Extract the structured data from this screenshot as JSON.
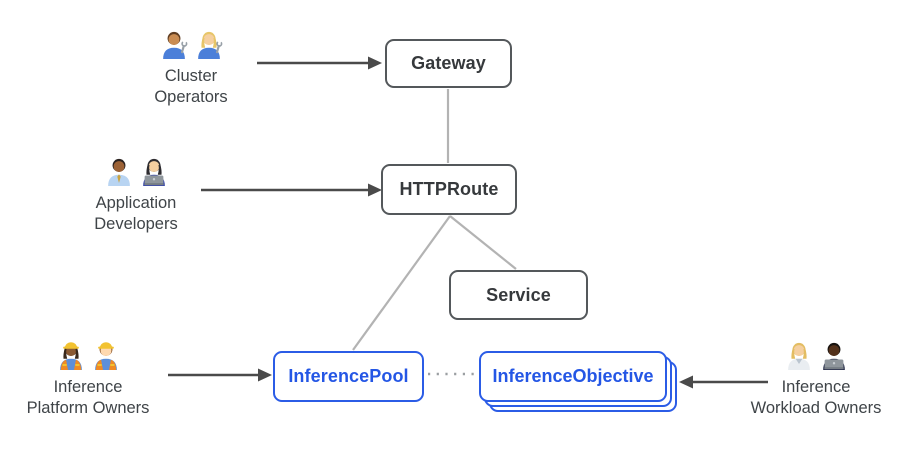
{
  "nodes": {
    "gateway": {
      "label": "Gateway"
    },
    "httproute": {
      "label": "HTTPRoute"
    },
    "service": {
      "label": "Service"
    },
    "inference_pool": {
      "label": "InferencePool"
    },
    "inference_objective": {
      "label": "InferenceObjective",
      "stacked": true
    }
  },
  "personas": {
    "cluster_operators": {
      "line1": "Cluster",
      "line2": "Operators",
      "icons": [
        "man-mechanic",
        "woman-mechanic"
      ],
      "emoji": "👨🏽‍🔧 👩🏼‍🔧"
    },
    "application_developers": {
      "line1": "Application",
      "line2": "Developers",
      "icons": [
        "man-office-worker",
        "woman-technologist"
      ],
      "emoji": "👨🏾‍💼 👩🏻‍💻"
    },
    "inference_platform_owners": {
      "line1": "Inference",
      "line2": "Platform Owners",
      "icons": [
        "woman-construction-worker",
        "man-construction-worker"
      ],
      "emoji": "👷🏾‍♀️ 👷🏻"
    },
    "inference_workload_owners": {
      "line1": "Inference",
      "line2": "Workload Owners",
      "icons": [
        "health-worker",
        "man-technologist"
      ],
      "emoji": "🧑🏼‍⚕️ 👨🏿‍💻"
    }
  },
  "edges": [
    {
      "from": "cluster_operators",
      "to": "gateway",
      "style": "arrow"
    },
    {
      "from": "application_developers",
      "to": "httproute",
      "style": "arrow"
    },
    {
      "from": "inference_platform_owners",
      "to": "inference_pool",
      "style": "arrow"
    },
    {
      "from": "inference_workload_owners",
      "to": "inference_objective",
      "style": "arrow"
    },
    {
      "from": "gateway",
      "to": "httproute",
      "style": "line"
    },
    {
      "from": "httproute",
      "to": "inference_pool",
      "style": "line"
    },
    {
      "from": "httproute",
      "to": "service",
      "style": "line"
    },
    {
      "from": "inference_pool",
      "to": "inference_objective",
      "style": "dotted"
    }
  ],
  "colors": {
    "background": "#ffffff",
    "box_border_gray": "#54585b",
    "box_text_gray": "#36393c",
    "box_border_blue": "#2b5ce6",
    "box_text_blue": "#2456e5",
    "connector_gray": "#b3b3b3",
    "dotted_gray": "#9b9fa2",
    "arrow_dark": "#4a4a4a",
    "label_text": "#3f4448"
  }
}
